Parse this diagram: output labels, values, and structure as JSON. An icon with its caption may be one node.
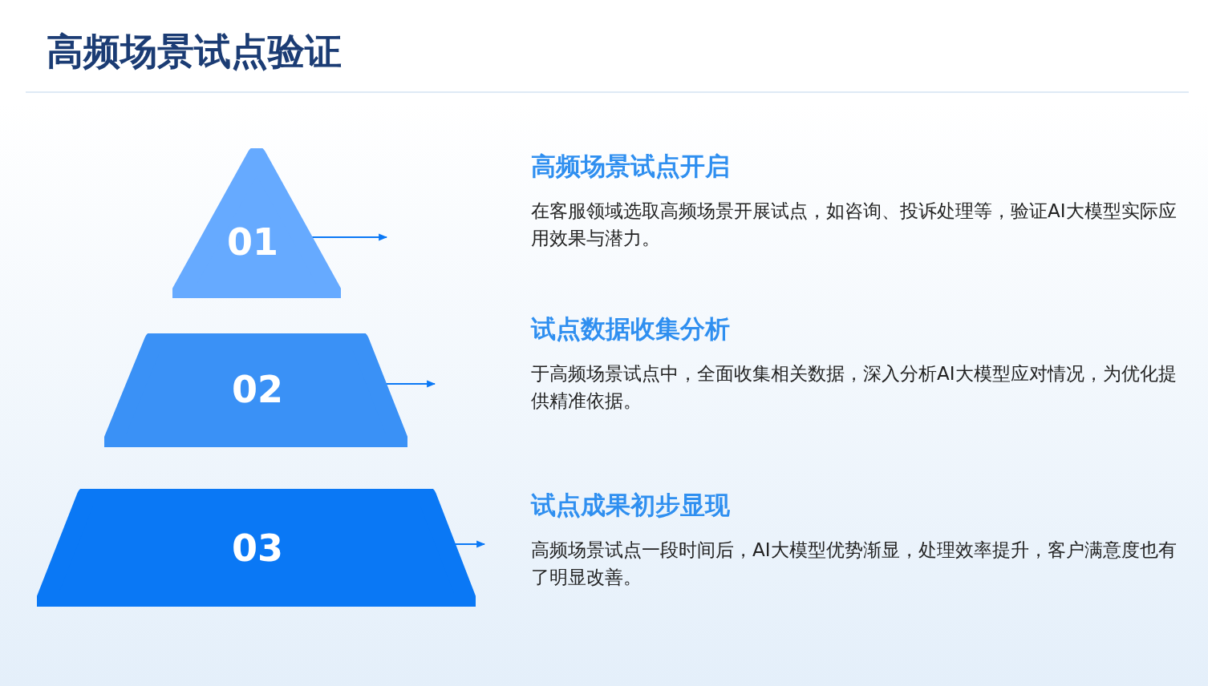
{
  "diagram": {
    "title": "高频场景试点验证",
    "nodes": [
      {
        "text": [
          "01"
        ]
      },
      {
        "text": [
          "02"
        ]
      },
      {
        "text": [
          "03"
        ]
      }
    ],
    "edges": [
      {
        "from": 0,
        "to": null,
        "arrow": "to"
      },
      {
        "from": 1,
        "to": null,
        "arrow": "to"
      },
      {
        "from": 2,
        "to": null,
        "arrow": "to"
      }
    ],
    "labels": [
      "高频场景试点开启",
      "在客服领域选取高频场景开展试点，如咨询、投诉处理等，验证AI大模型实际应用效果与潜力。",
      "试点数据收集分析",
      "于高频场景试点中，全面收集相关数据，深入分析AI大模型应对情况，为优化提供精准依据。",
      "试点成果初步显现",
      "高频场景试点一段时间后，AI大模型优势渐显，处理效率提升，客户满意度也有了明显改善。"
    ]
  }
}
